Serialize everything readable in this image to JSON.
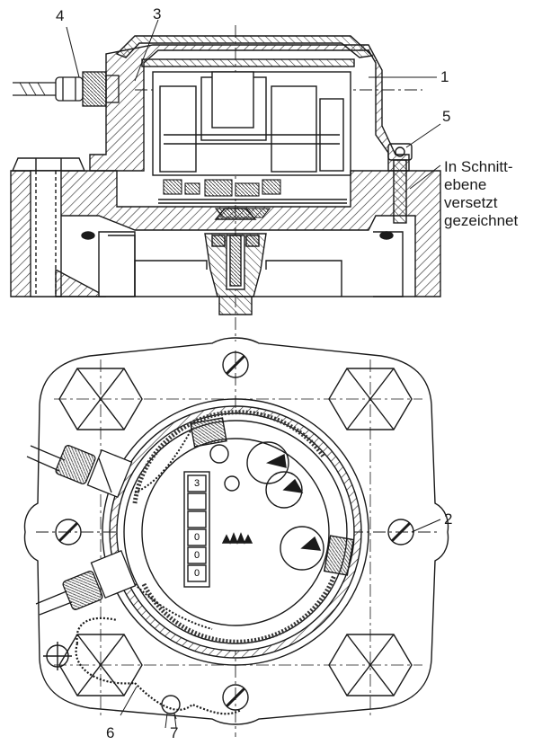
{
  "callouts": {
    "c1": "1",
    "c2": "2",
    "c3": "3",
    "c4": "4",
    "c5": "5",
    "c6": "6",
    "c7": "7"
  },
  "note": {
    "line1": "In Schnitt-",
    "line2": "ebene",
    "line3": "versetzt",
    "line4": "gezeichnet"
  },
  "counter_digits": [
    "3",
    "",
    "",
    "0",
    "0",
    "0"
  ],
  "colors": {
    "ink": "#1a1a1a",
    "background": "#ffffff",
    "hatch": "#333333"
  }
}
